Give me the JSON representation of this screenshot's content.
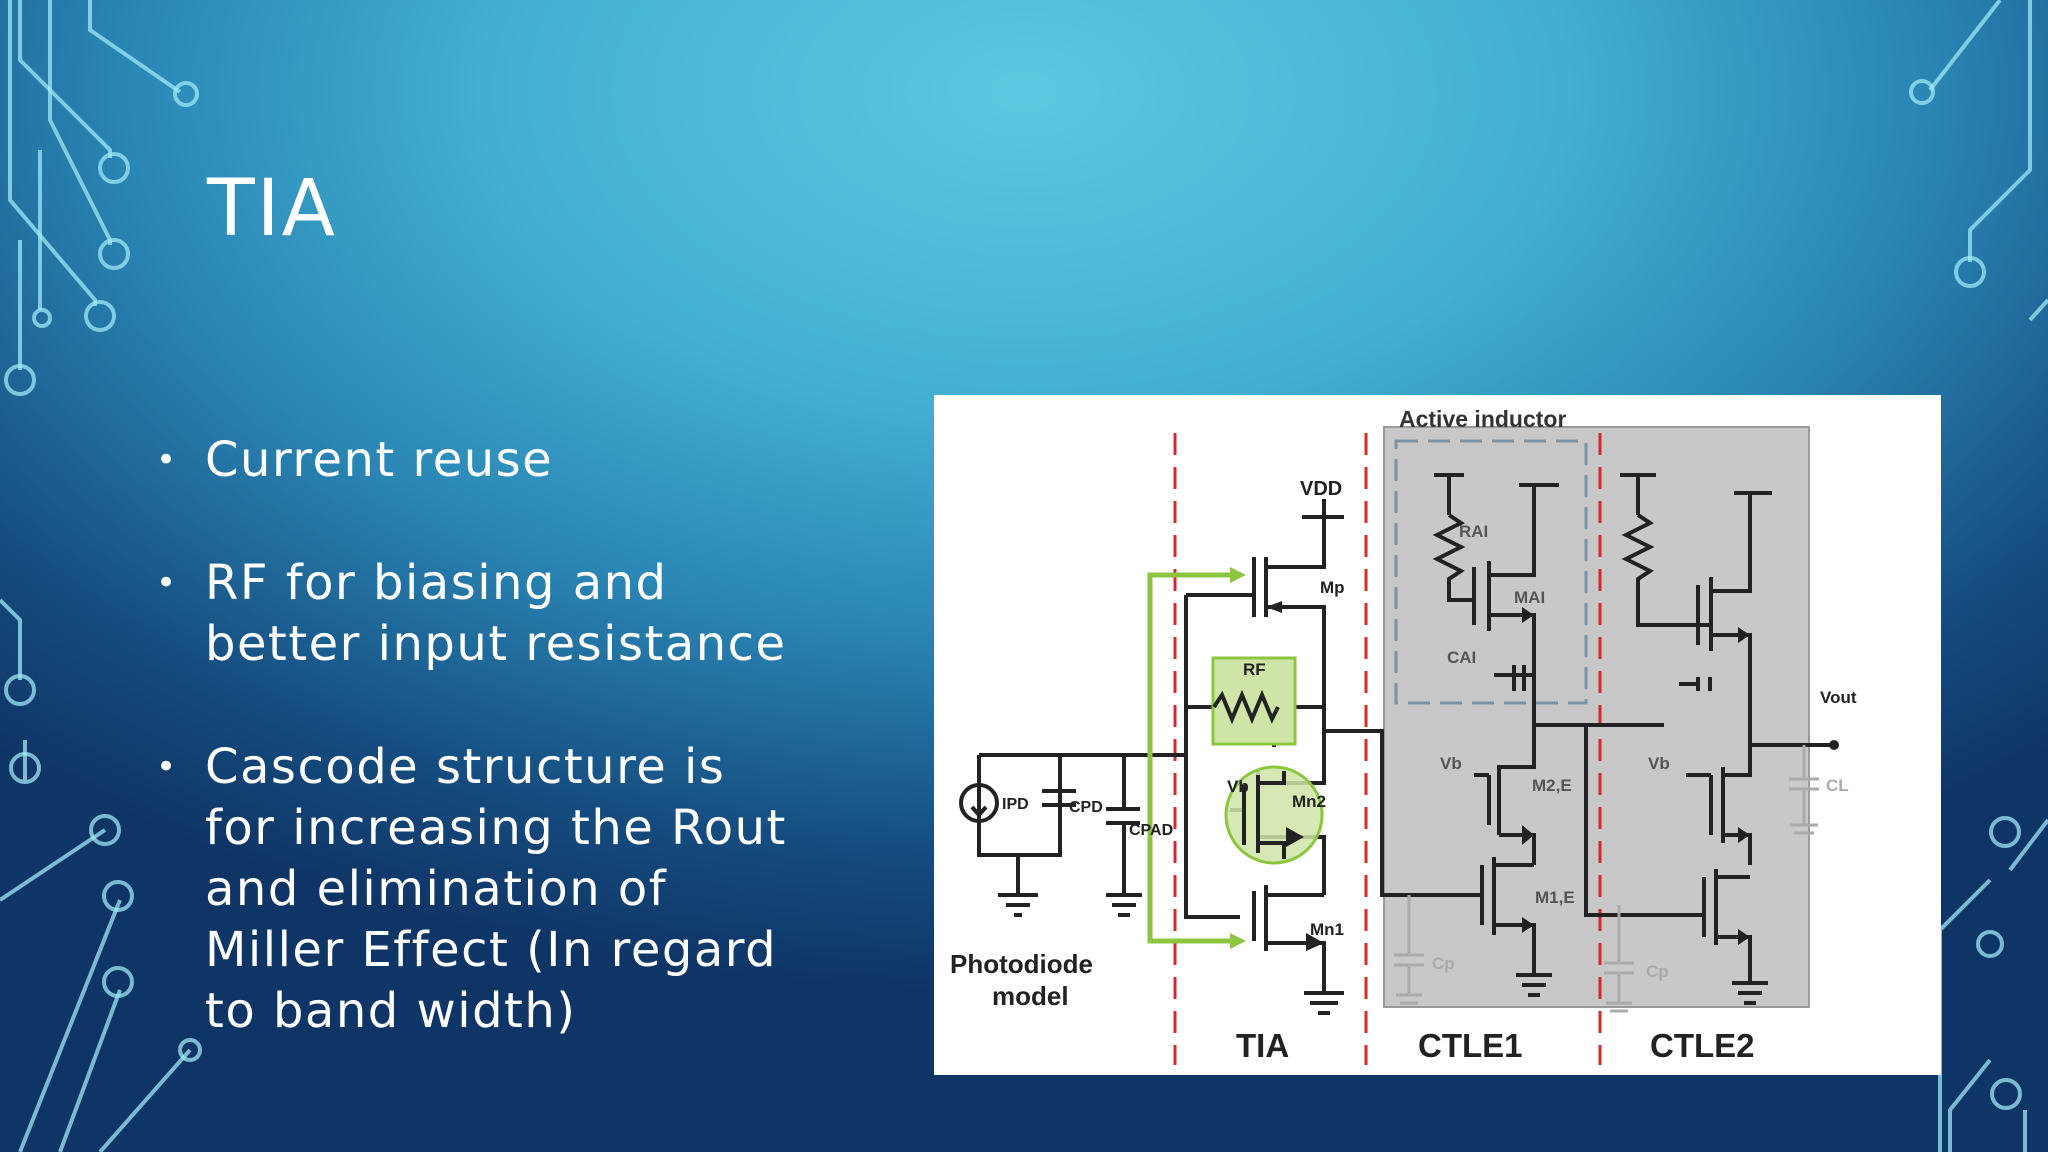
{
  "slide": {
    "title": "TIA",
    "bullets": [
      "Current reuse",
      "RF for biasing and better input resistance",
      "Cascode structure is for increasing the Rout and elimination of Miller Effect (In regard to band width)"
    ]
  },
  "figure": {
    "active_inductor_label": "Active inductor",
    "vdd": "VDD",
    "ipd": "IPD",
    "cpd": "CPD",
    "cpad": "CPAD",
    "mp": "Mp",
    "rf": "RF",
    "vb": "Vb",
    "mn2": "Mn2",
    "mn1": "Mn1",
    "rai": "RAI",
    "mai": "MAI",
    "cai": "CAI",
    "m2e": "M2,E",
    "m1e": "M1,E",
    "cp": "Cp",
    "vb2": "Vb",
    "cp2": "Cp",
    "vout": "Vout",
    "cl": "CL",
    "photodiode_model": [
      "Photodiode",
      "model"
    ],
    "section_tia": "TIA",
    "section_ctle1": "CTLE1",
    "section_ctle2": "CTLE2"
  },
  "colors": {
    "accent_red": "#d62828",
    "accent_green": "#8cc63f",
    "green_fill": "#cfe5a8",
    "ctle_bg": "#c8c8c8"
  }
}
